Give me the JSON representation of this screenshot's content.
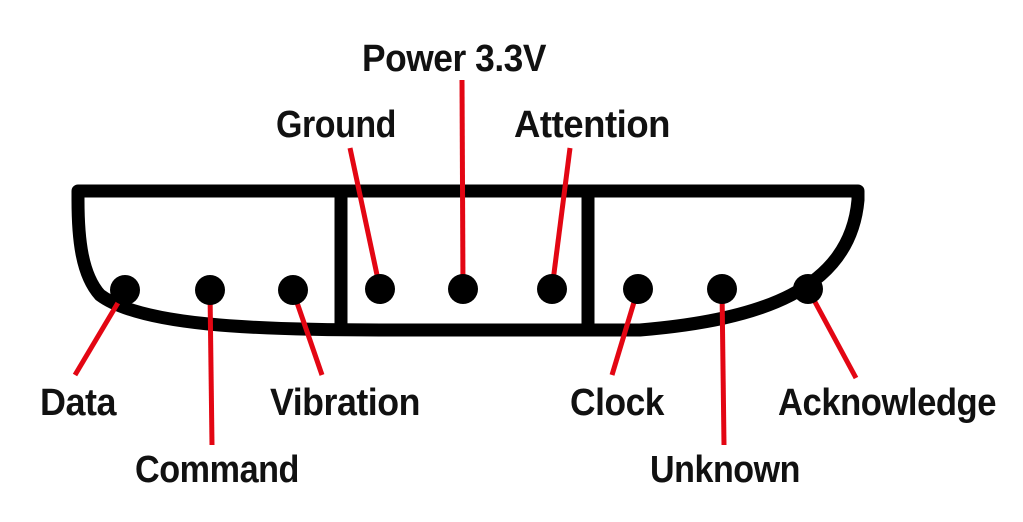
{
  "colors": {
    "outline": "#000000",
    "pin": "#000000",
    "leader": "#e30613",
    "text": "#111111",
    "background": "#ffffff"
  },
  "pins": [
    {
      "id": "data",
      "label": "Data"
    },
    {
      "id": "command",
      "label": "Command"
    },
    {
      "id": "vibration",
      "label": "Vibration"
    },
    {
      "id": "ground",
      "label": "Ground"
    },
    {
      "id": "power",
      "label": "Power 3.3V"
    },
    {
      "id": "attention",
      "label": "Attention"
    },
    {
      "id": "clock",
      "label": "Clock"
    },
    {
      "id": "unknown",
      "label": "Unknown"
    },
    {
      "id": "acknowledge",
      "label": "Acknowledge"
    }
  ]
}
